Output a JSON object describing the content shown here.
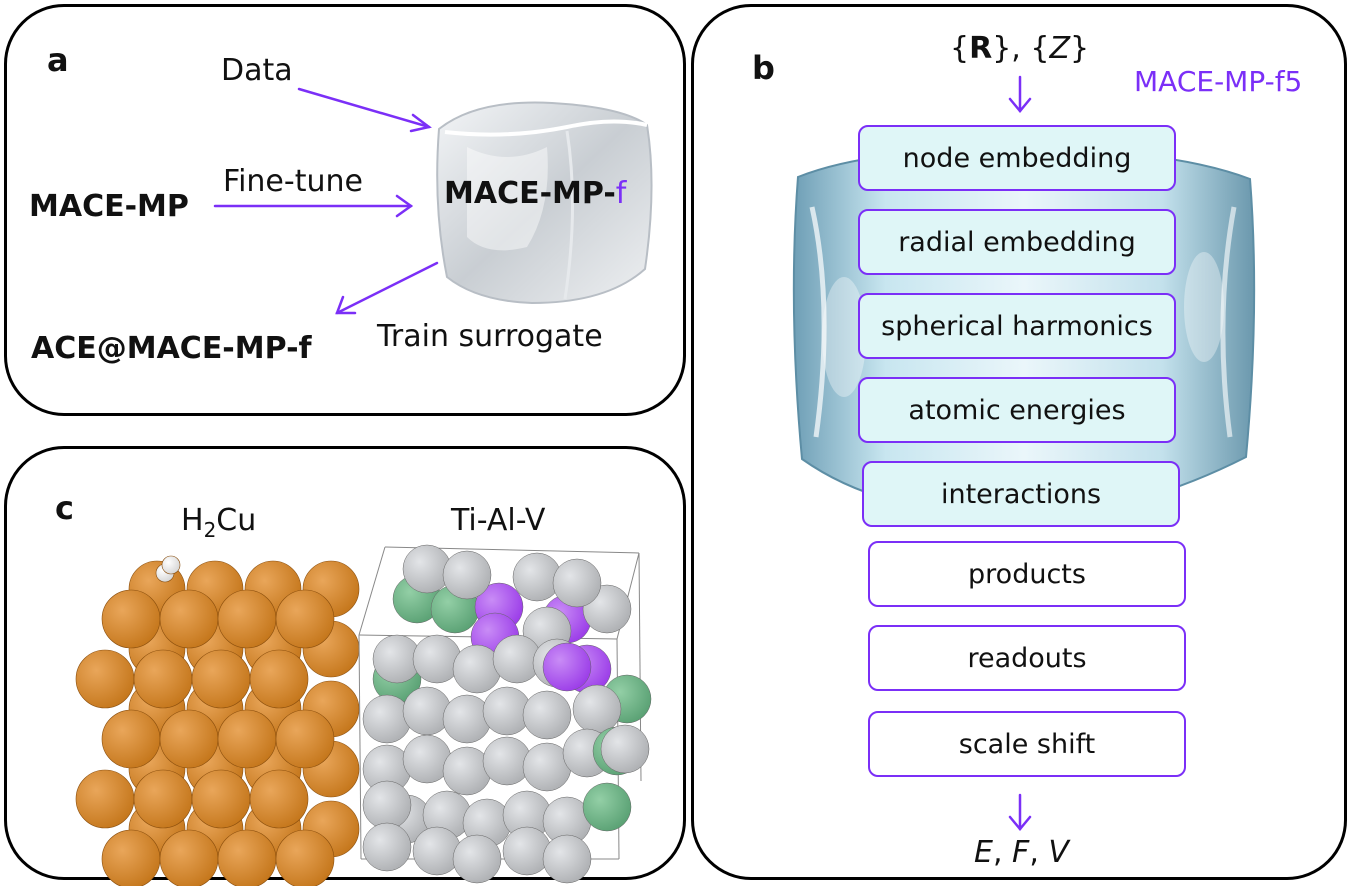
{
  "panel_a": {
    "label": "a",
    "data_label": "Data",
    "finetune_label": "Fine-tune",
    "source_model": "MACE-MP",
    "target_model_prefix": "MACE-MP-",
    "target_model_suffix": "f",
    "surrogate_label": "Train surrogate",
    "surrogate_model": "ACE@MACE-MP-f"
  },
  "panel_b": {
    "label": "b",
    "inputs": {
      "open1": "{",
      "R": "R",
      "close1": "}, {",
      "Z": "Z",
      "close2": "}"
    },
    "model_name": "MACE-MP-f5",
    "blocks": [
      {
        "label": "node embedding",
        "frozen": true
      },
      {
        "label": "radial embedding",
        "frozen": true
      },
      {
        "label": "spherical harmonics",
        "frozen": true
      },
      {
        "label": "atomic energies",
        "frozen": true
      },
      {
        "label": "interactions",
        "frozen": true
      },
      {
        "label": "products",
        "frozen": false
      },
      {
        "label": "readouts",
        "frozen": false
      },
      {
        "label": "scale shift",
        "frozen": false
      }
    ],
    "outputs": {
      "E": "E",
      "sep1": ", ",
      "F": "F",
      "sep2": ", ",
      "V": "V"
    }
  },
  "panel_c": {
    "label": "c",
    "system1": {
      "h": "H",
      "sub": "2",
      "rest": "Cu"
    },
    "system2": "Ti-Al-V"
  },
  "colors": {
    "accent": "#7b2ff7",
    "copper": "#c5771c",
    "aluminium": "#aeb0b3",
    "titanium": "#5aa174",
    "vanadium": "#9b3de8",
    "ice": "#dff6f7"
  }
}
